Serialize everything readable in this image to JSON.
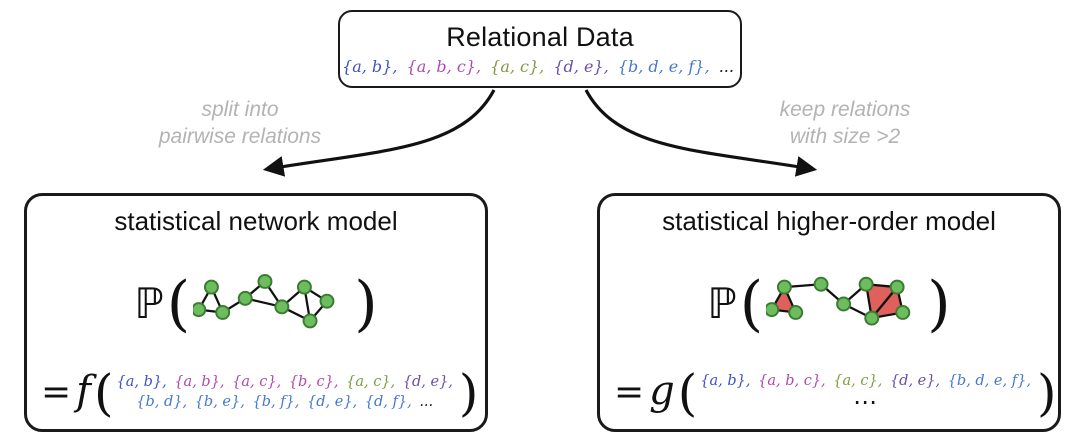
{
  "top_box": {
    "title": "Relational Data",
    "sets": [
      {
        "text": "{a, b},",
        "color": "#4150c6"
      },
      {
        "text": "{a, b, c},",
        "color": "#b148b1"
      },
      {
        "text": "{a, c},",
        "color": "#7d9e3e"
      },
      {
        "text": "{d, e},",
        "color": "#6a4fa8"
      },
      {
        "text": "{b, d, e, f},",
        "color": "#4579cd"
      },
      {
        "text": "...",
        "color": "#1a1a1a"
      }
    ]
  },
  "arrow_labels": {
    "left": {
      "line1": "split into",
      "line2": "pairwise relations"
    },
    "right": {
      "line1": "keep relations",
      "line2": "with size >2"
    }
  },
  "left_box": {
    "title": "statistical network model",
    "prob_symbol": "ℙ",
    "open_paren": "(",
    "close_paren": ")",
    "equals": "=",
    "func": "f",
    "args_line1": [
      {
        "text": "{a, b},",
        "color": "#4150c6"
      },
      {
        "text": "{a, b},",
        "color": "#b148b1"
      },
      {
        "text": "{a, c},",
        "color": "#b148b1"
      },
      {
        "text": "{b, c},",
        "color": "#b148b1"
      },
      {
        "text": "{a, c},",
        "color": "#7d9e3e"
      },
      {
        "text": "{d, e},",
        "color": "#6a4fa8"
      }
    ],
    "args_line2": [
      {
        "text": "{b, d},",
        "color": "#4579cd"
      },
      {
        "text": "{b, e},",
        "color": "#4579cd"
      },
      {
        "text": "{b, f},",
        "color": "#4579cd"
      },
      {
        "text": "{d, e},",
        "color": "#4579cd"
      },
      {
        "text": "{d, f},",
        "color": "#4579cd"
      },
      {
        "text": "...",
        "color": "#1a1a1a"
      }
    ]
  },
  "right_box": {
    "title": "statistical higher-order model",
    "prob_symbol": "ℙ",
    "open_paren": "(",
    "close_paren": ")",
    "equals": "=",
    "func": "g",
    "args_line1": [
      {
        "text": "{a, b},",
        "color": "#4150c6"
      },
      {
        "text": "{a, b, c},",
        "color": "#b148b1"
      },
      {
        "text": "{a, c},",
        "color": "#7d9e3e"
      },
      {
        "text": "{d, e},",
        "color": "#6a4fa8"
      },
      {
        "text": "{b, d, e, f},",
        "color": "#4579cd"
      }
    ],
    "args_dots": "⋯"
  },
  "colors": {
    "node_fill": "#6dbd5e",
    "node_stroke": "#3a7d32",
    "edge": "#111111",
    "simplex_fill": "#e0605c",
    "box_border": "#1a1a1a",
    "label_gray": "#b3b3b3"
  }
}
